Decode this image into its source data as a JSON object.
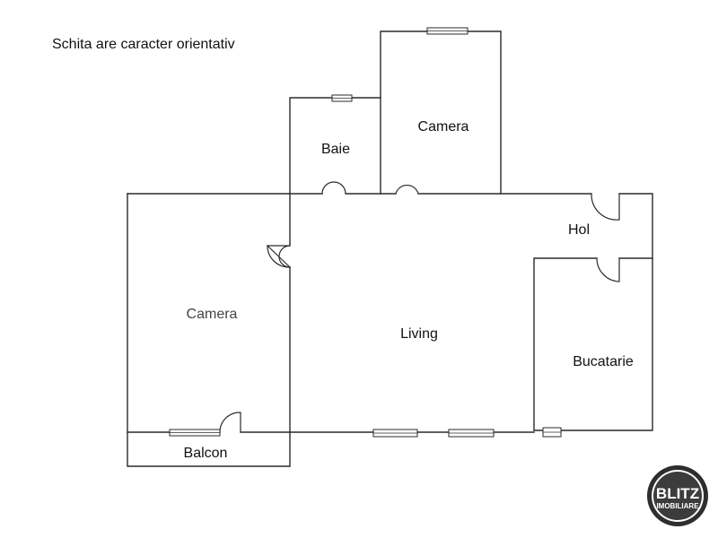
{
  "note": "Schita are caracter orientativ",
  "rooms": {
    "camera_top": "Camera",
    "baie": "Baie",
    "hol": "Hol",
    "camera_left": "Camera",
    "living": "Living",
    "bucatarie": "Bucatarie",
    "balcon": "Balcon"
  },
  "logo": {
    "main": "BLITZ",
    "sub": "IMOBILIARE"
  },
  "colors": {
    "wall": "#2a2a2a",
    "logo_ring": "#2e2e2e"
  }
}
